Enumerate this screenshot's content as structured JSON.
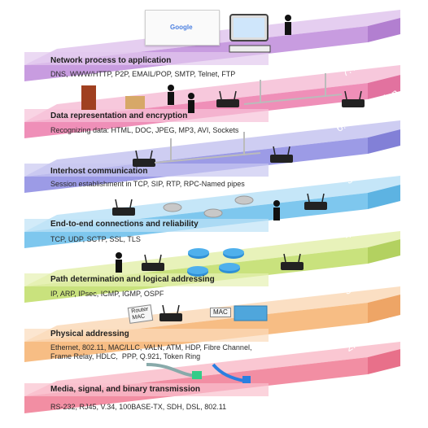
{
  "layers": [
    {
      "number_name": "7. Application",
      "heading": "Network process to application",
      "protocols": "DNS, WWW/HTTP, P2P, EMAIL/POP, SMTP, Telnet, FTP",
      "colors": {
        "top": "#e2c9ee",
        "band": "#c89ce0",
        "side": "#b27fd0"
      }
    },
    {
      "number_name": "6. Presentation",
      "heading": "Data representation and encryption",
      "protocols": "Recognizing data: HTML, DOC, JPEG, MP3, AVI, Sockets",
      "colors": {
        "top": "#f6c2d8",
        "band": "#ef8fb8",
        "side": "#e2729f"
      }
    },
    {
      "number_name": "5. Session",
      "heading": "Interhost communication",
      "protocols": "Session establishment in TCP, SIP, RTP, RPC-Named pipes",
      "colors": {
        "top": "#c9c8f1",
        "band": "#9c9be6",
        "side": "#8280d7"
      }
    },
    {
      "number_name": "4. Transport",
      "heading": "End-to-end connections and reliability",
      "protocols": "TCP, UDP, SCTP, SSL, TLS",
      "colors": {
        "top": "#bfe3f7",
        "band": "#7ec7ee",
        "side": "#5db3e2"
      }
    },
    {
      "number_name": "3. Network",
      "heading": "Path determination and logical addressing",
      "protocols": "IP, ARP, IPsec, ICMP, IGMP, OSPF",
      "colors": {
        "top": "#e5f1b2",
        "band": "#c9e27d",
        "side": "#b3d160"
      }
    },
    {
      "number_name": "2. Data Link",
      "heading": "Physical addressing",
      "protocols": "Ethernet, 802.11, MAC/LLC, VALN, ATM, HDP, Fibre Channel,\nFrame Relay, HDLC,  PPP, Q.921, Token Ring",
      "colors": {
        "top": "#fbdcbc",
        "band": "#f7bd84",
        "side": "#eea566"
      }
    },
    {
      "number_name": "1. Physical",
      "heading": "Media, signal, and binary transmission",
      "protocols": "RS-232, RJ45, V.34, 100BASE-TX, SDH, DSL, 802.11",
      "colors": {
        "top": "#f9c1cd",
        "band": "#f28ea3",
        "side": "#e8708a"
      }
    }
  ],
  "labels": {
    "google": "Google",
    "router_mac": "Router\nMAC",
    "mac": "MAC"
  }
}
